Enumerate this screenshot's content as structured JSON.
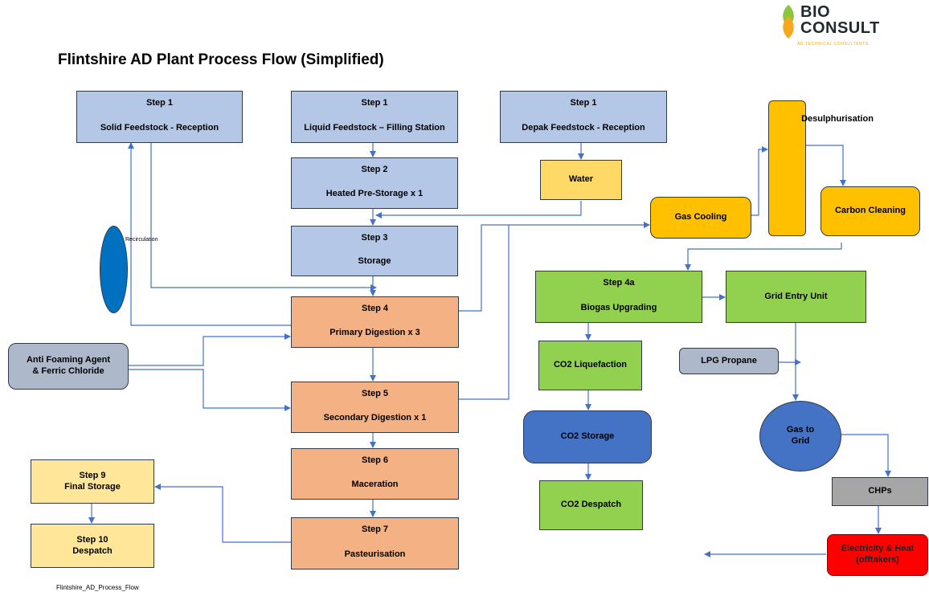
{
  "title": "Flintshire AD Plant Process Flow (Simplified)",
  "caption": "Flintshire_AD_Process_Flow",
  "logo": {
    "line1": "BIO",
    "line2": "CONSULT",
    "subtitle": "AD TECHNICAL CONSULTANTS",
    "colors": {
      "orange": "#f7a81b",
      "green": "#8cc63f",
      "text": "#1f2a30"
    }
  },
  "nodes": {
    "solid": {
      "step": "Step 1",
      "label": "Solid Feedstock - Reception"
    },
    "liquid": {
      "step": "Step 1",
      "label": "Liquid Feedstock – Filling Station"
    },
    "depak": {
      "step": "Step 1",
      "label": "Depak Feedstock - Reception"
    },
    "prestorage": {
      "step": "Step 2",
      "label": "Heated Pre-Storage x 1"
    },
    "water": {
      "label": "Water"
    },
    "storage": {
      "step": "Step 3",
      "label": "Storage"
    },
    "primary": {
      "step": "Step 4",
      "label": "Primary Digestion x 3"
    },
    "secondary": {
      "step": "Step 5",
      "label": "Secondary Digestion x 1"
    },
    "maceration": {
      "step": "Step 6",
      "label": "Maceration"
    },
    "pasteurisation": {
      "step": "Step 7",
      "label": "Pasteurisation"
    },
    "final_storage": {
      "step": "Step 9",
      "label": "Final Storage"
    },
    "despatch": {
      "step": "Step 10",
      "label": "Despatch"
    },
    "antifoam": {
      "line1": "Anti Foaming Agent",
      "line2": "& Ferric Chloride"
    },
    "recirculation": {
      "label": "Recirculation"
    },
    "gas_cooling": {
      "label": "Gas Cooling"
    },
    "desulph": {
      "label": "Desulphurisation"
    },
    "carbon": {
      "label": "Carbon Cleaning"
    },
    "upgrading": {
      "step": "Step 4a",
      "label": "Biogas Upgrading"
    },
    "grid_entry": {
      "label": "Grid Entry Unit"
    },
    "lpg": {
      "label": "LPG Propane"
    },
    "co2_liq": {
      "label": "CO2 Liquefaction"
    },
    "co2_storage": {
      "label": "CO2 Storage"
    },
    "co2_despatch": {
      "label": "CO2 Despatch"
    },
    "gas_grid": {
      "line1": "Gas to",
      "line2": "Grid"
    },
    "chps": {
      "label": "CHPs"
    },
    "elec": {
      "line1": "Electricity & Heat",
      "line2": "(offtakers)"
    }
  },
  "colors": {
    "arrow": "#4472c4",
    "blue_box": "#b4c7e7",
    "orange_box": "#f4b183",
    "yellow_box": "#ffe699",
    "gold_box": "#ffc000",
    "green_box": "#92d050",
    "co2_storage": "#4472c4",
    "recirculation": "#0070c0",
    "red_box": "#ff0000"
  }
}
